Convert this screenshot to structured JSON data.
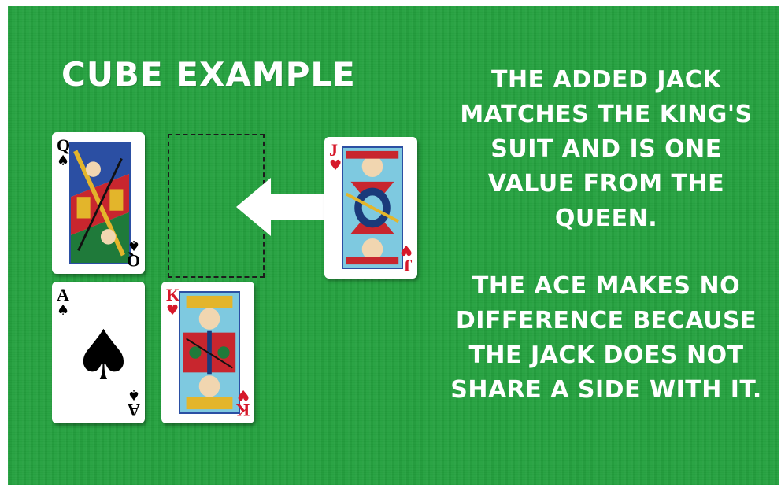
{
  "heading": "CUBE EXAMPLE",
  "explanation": {
    "paragraph1": "THE ADDED JACK MATCHES THE KING'S SUIT AND IS ONE VALUE FROM THE QUEEN.",
    "paragraph2": "THE ACE MAKES NO DIFFERENCE BECAUSE THE JACK DOES NOT SHARE A SIDE WITH IT."
  },
  "cards": {
    "queen": {
      "rank": "Q",
      "suit": "♠"
    },
    "ace": {
      "rank": "A",
      "suit": "♠"
    },
    "king": {
      "rank": "K",
      "suit": "♥"
    },
    "jack": {
      "rank": "J",
      "suit": "♥"
    }
  },
  "colors": {
    "felt": "#24a13e",
    "text": "#ffffff",
    "red_suit": "#d6182a",
    "black_suit": "#000000"
  },
  "icons": {
    "arrow": "left-arrow-icon",
    "empty_slot": "dashed-empty-slot"
  }
}
